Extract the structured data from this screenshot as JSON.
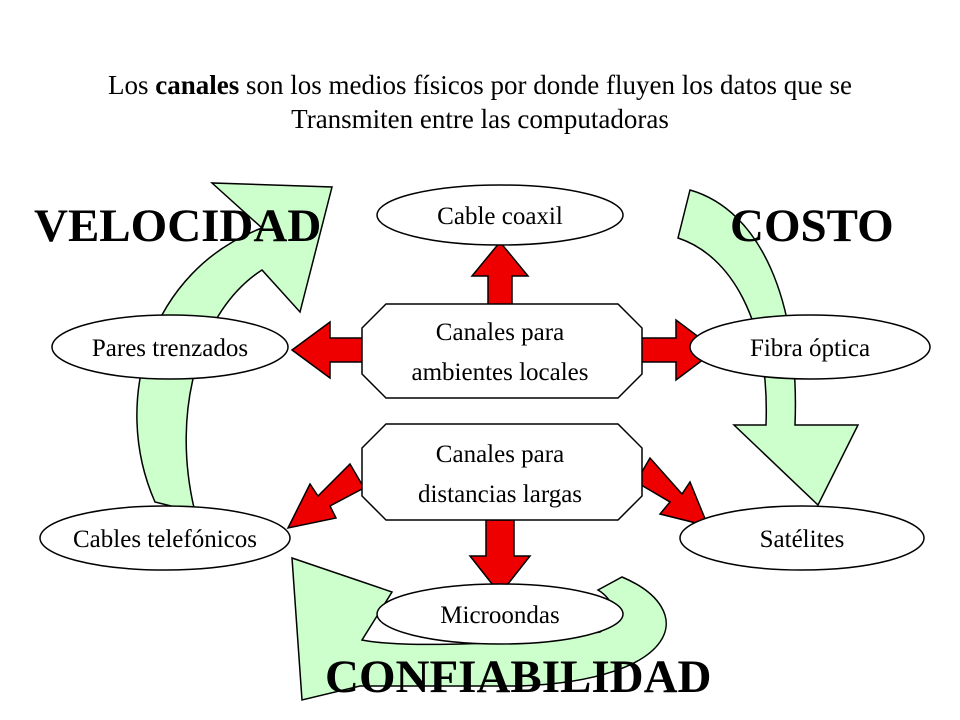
{
  "intro": {
    "prefix": "Los ",
    "highlight": "canales",
    "rest": " son los medios físicos por donde fluyen los datos que se",
    "line2": "Transmiten entre las computadoras"
  },
  "labels": {
    "velocidad": "VELOCIDAD",
    "costo": "COSTO",
    "confiabilidad": "CONFIABILIDAD"
  },
  "hubs": {
    "local": {
      "line1": "Canales para",
      "line2": "ambientes locales"
    },
    "long": {
      "line1": "Canales para",
      "line2": "distancias largas"
    }
  },
  "nodes": {
    "cable_coaxil": "Cable coaxil",
    "pares_trenzados": "Pares trenzados",
    "fibra_optica": "Fibra óptica",
    "cables_telefonicos": "Cables telefónicos",
    "satelites": "Satélites",
    "microondas": "Microondas"
  },
  "colors": {
    "arrow_red": "#ee0000",
    "cycle_green": "#ccffcc",
    "outline": "#000000"
  }
}
